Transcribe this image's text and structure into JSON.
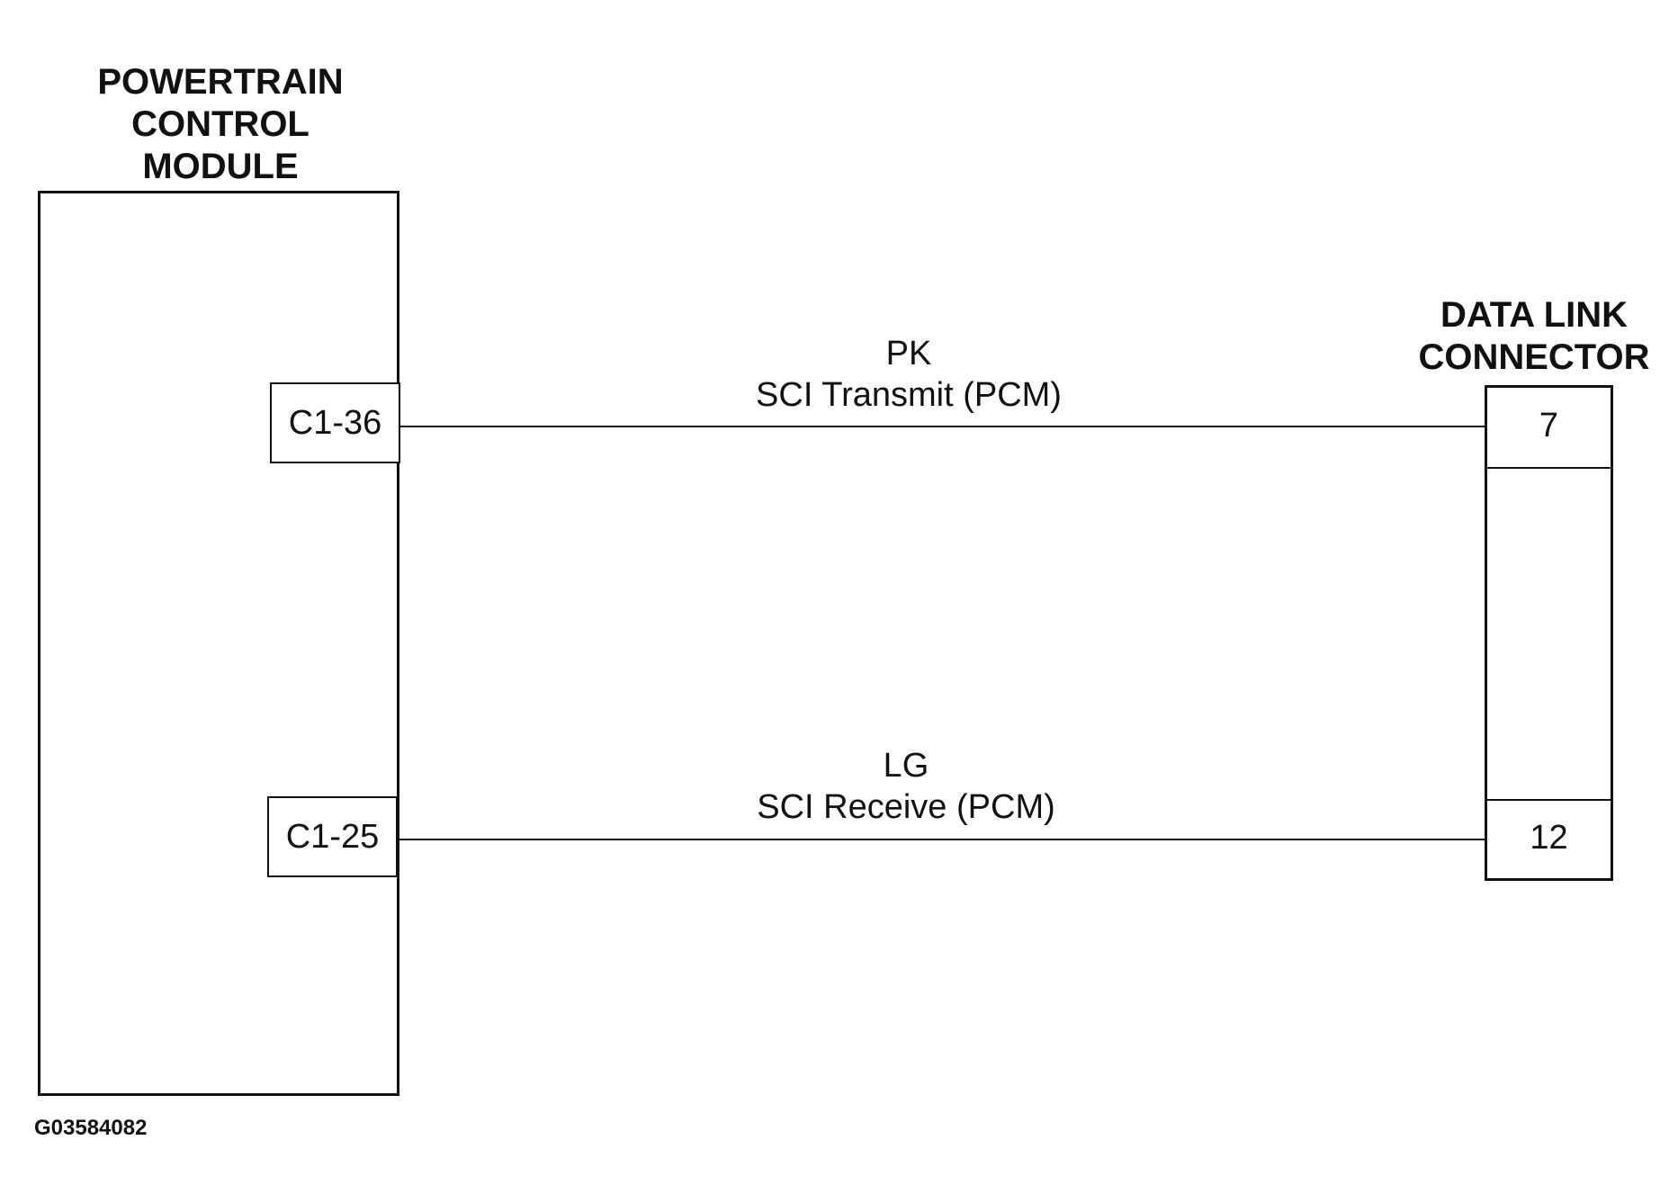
{
  "pcm": {
    "title": "POWERTRAIN\nCONTROL\nMODULE",
    "pins": [
      "C1-36",
      "C1-25"
    ]
  },
  "dlc": {
    "title": "DATA LINK\nCONNECTOR",
    "pins": [
      "7",
      "12"
    ]
  },
  "wires": [
    {
      "color_code": "PK",
      "signal": "SCI Transmit (PCM)",
      "from": "C1-36",
      "to": "7"
    },
    {
      "color_code": "LG",
      "signal": "SCI Receive (PCM)",
      "from": "C1-25",
      "to": "12"
    }
  ],
  "figure_id": "G03584082"
}
